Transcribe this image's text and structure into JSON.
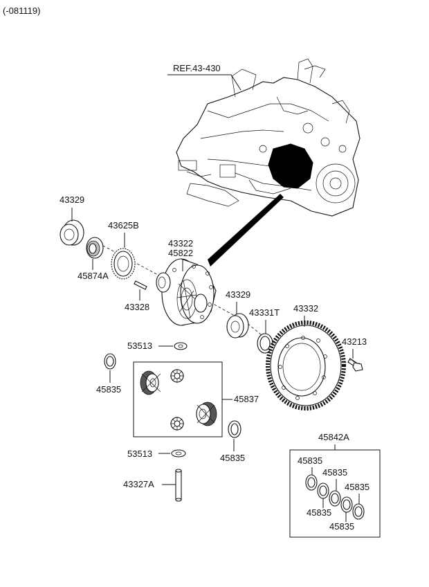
{
  "header": {
    "code": "(-081119)"
  },
  "ref_label": "REF.43-430",
  "parts": {
    "bearing_left": "43329",
    "seal_left": "45874A",
    "gear_speedo": "43625B",
    "case_a": "43322",
    "case_b": "45822",
    "pin": "43328",
    "bearing_right": "43329",
    "shim_right": "43331T",
    "ring_gear": "43332",
    "bolt": "43213",
    "lock_top": "53513",
    "washer_left": "45835",
    "gear_set": "45837",
    "washer_mid": "45835",
    "lock_bottom": "53513",
    "shaft": "43327A",
    "kit": "45842A",
    "kit_w1": "45835",
    "kit_w2": "45835",
    "kit_w3": "45835",
    "kit_w4": "45835",
    "kit_w5": "45835"
  }
}
